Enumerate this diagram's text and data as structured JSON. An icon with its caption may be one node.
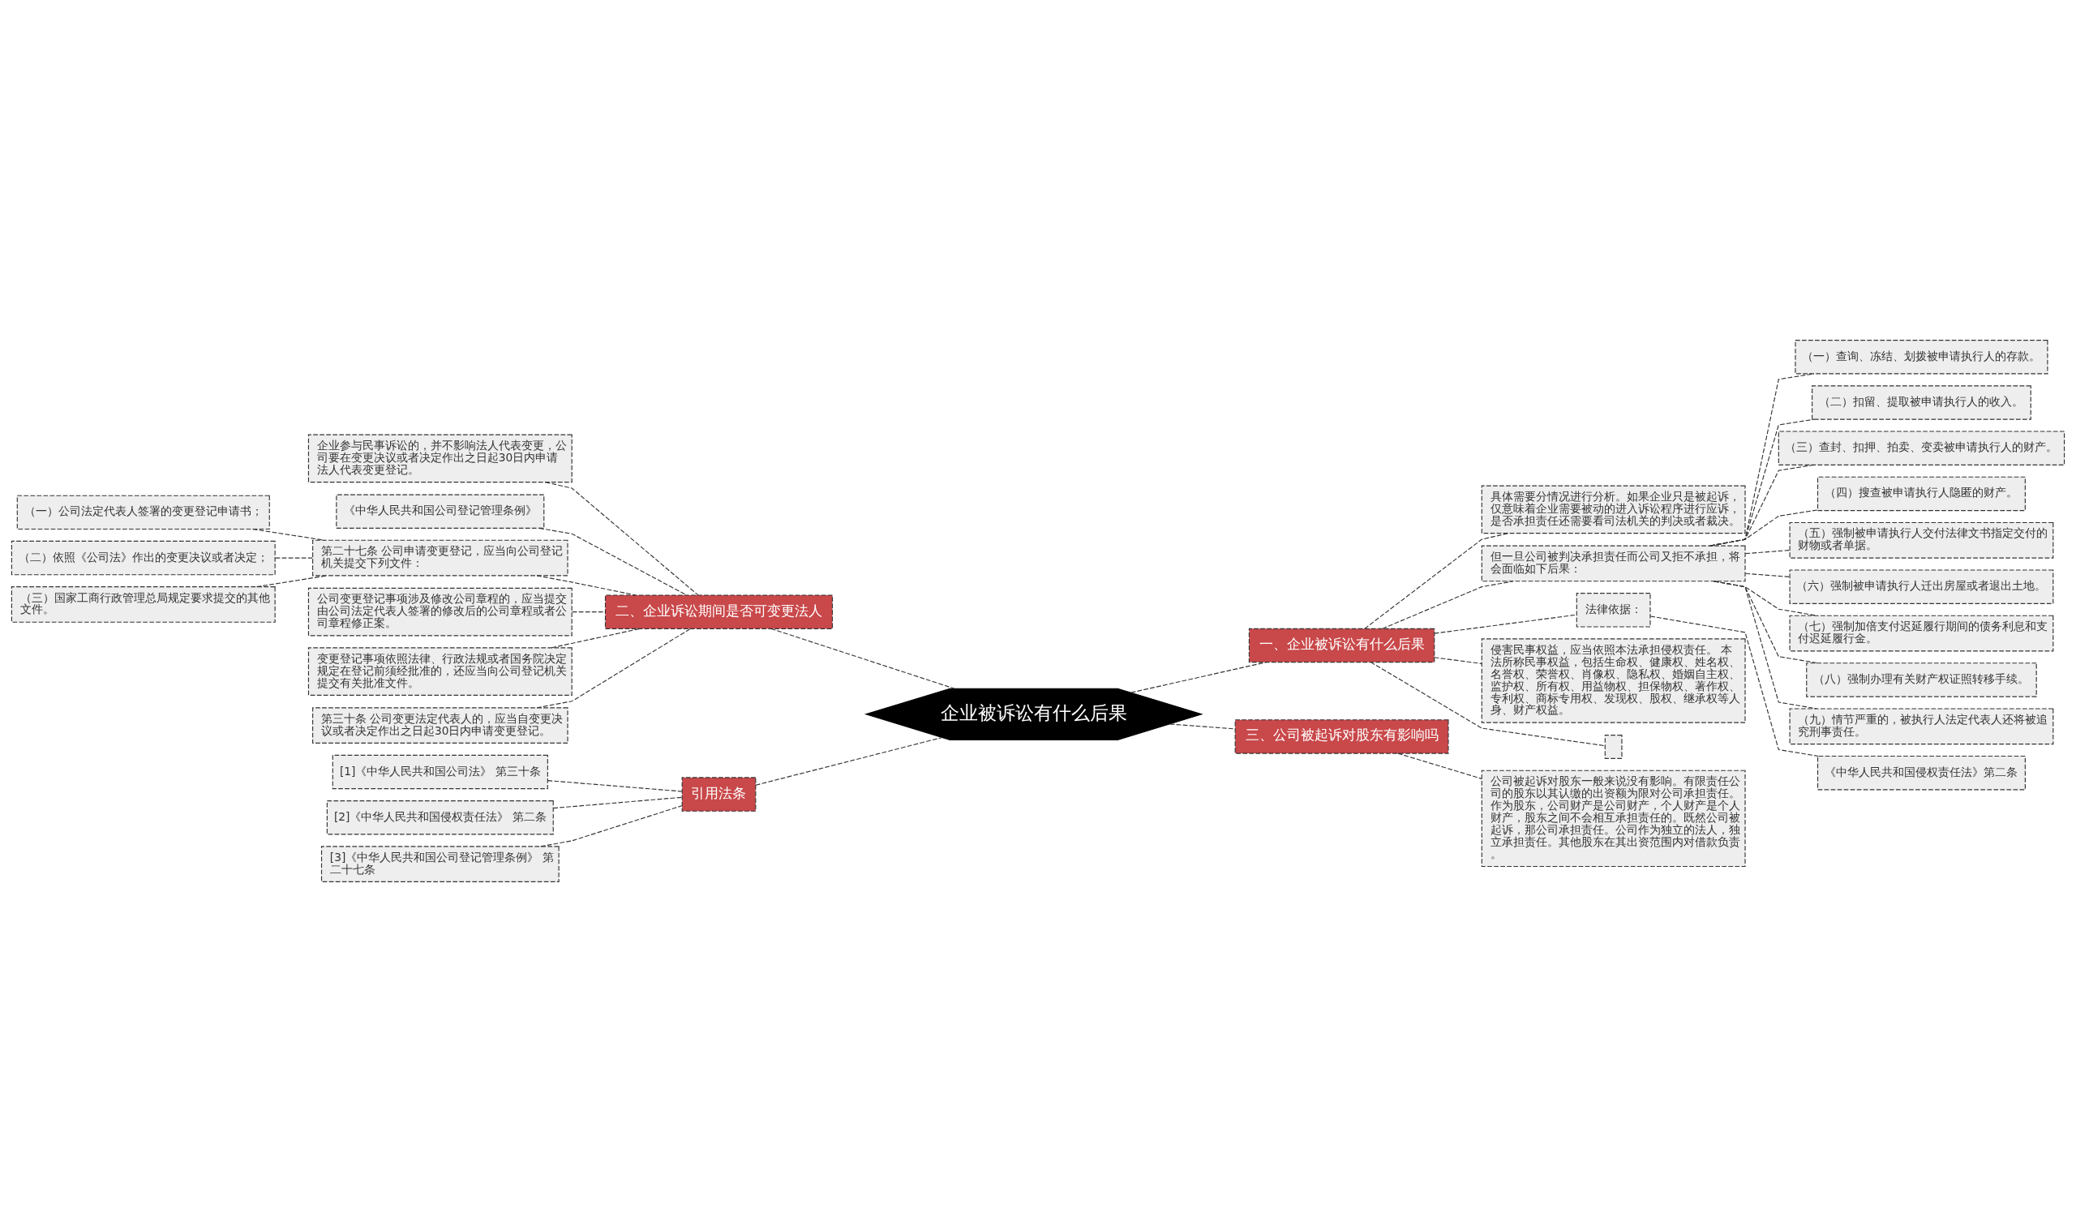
{
  "diagram": {
    "nodes": [
      {
        "text": [
          "企业被诉讼有什么后果"
        ]
      },
      {
        "text": [
          "一、企业被诉讼有什么后果"
        ]
      },
      {
        "text": [
          "具体需要分情况进行分析。如果企业只是被起诉，仅意味着企业需要被动的进入诉讼程序进行应诉，是否承担责任还需要看司法机关的判决或者裁决。"
        ]
      },
      {
        "text": [
          "但一旦公司被判决承担责任而公司又拒不承担，将会面临如下后果："
        ]
      },
      {
        "text": [
          "（一）查询、冻结、划拨被申请执行人的存款。"
        ]
      },
      {
        "text": [
          "（二）扣留、提取被申请执行人的收入。"
        ]
      },
      {
        "text": [
          "（三）查封、扣押、拍卖、变卖被申请执行人的财产。"
        ]
      },
      {
        "text": [
          "（四）搜查被申请执行人隐匿的财产。"
        ]
      },
      {
        "text": [
          "（五）强制被申请执行人交付法律文书指定交付的财物或者单据。"
        ]
      },
      {
        "text": [
          "（六）强制被申请执行人迁出房屋或者退出土地。"
        ]
      },
      {
        "text": [
          "（七）强制加倍支付迟延履行期间的债务利息和支付迟延履行金。"
        ]
      },
      {
        "text": [
          "（八）强制办理有关财产权证照转移手续。"
        ]
      },
      {
        "text": [
          "（九）情节严重的，被执行人法定代表人还将被追究刑事责任。"
        ]
      },
      {
        "text": [
          "法律依据："
        ]
      },
      {
        "text": [
          "《中华人民共和国侵权责任法》第二条"
        ]
      },
      {
        "text": [
          "侵害民事权益，应当依照本法承担侵权责任。 本法所称民事权益，包括生命权、健康权、姓名权、名誉权、荣誉权、肖像权、隐私权、婚姻自主权、监护权、所有权、用益物权、担保物权、著作权、专利权、商标专用权、发现权、股权、继承权等人身、财产权益。"
        ]
      },
      {
        "text": [],
        "shape": "box"
      },
      {
        "text": [
          "三、公司被起诉对股东有影响吗"
        ]
      },
      {
        "text": [
          "公司被起诉对股东一般来说没有影响。有限责任公司的股东以其认缴的出资额为限对公司承担责任。作为股东，公司财产是公司财产，个人财产是个人财产，股东之间不会相互承担责任的。既然公司被起诉，那公司承担责任。公司作为独立的法人，独立承担责任。其他股东在其出资范围内对借款负责。"
        ]
      },
      {
        "text": [
          "二、企业诉讼期间是否可变更法人"
        ]
      },
      {
        "text": [
          "企业参与民事诉讼的，并不影响法人代表变更，公司要在变更决议或者决定作出之日起30日内申请法人代表变更登记。"
        ]
      },
      {
        "text": [
          "《中华人民共和国公司登记管理条例》"
        ]
      },
      {
        "text": [
          "第二十七条 公司申请变更登记，应当向公司登记机关提交下列文件："
        ]
      },
      {
        "text": [
          "（一）公司法定代表人签署的变更登记申请书；"
        ]
      },
      {
        "text": [
          "（二）依照《公司法》作出的变更决议或者决定；"
        ]
      },
      {
        "text": [
          "（三）国家工商行政管理总局规定要求提交的其他文件。"
        ]
      },
      {
        "text": [
          "公司变更登记事项涉及修改公司章程的，应当提交由公司法定代表人签署的修改后的公司章程或者公司章程修正案。"
        ]
      },
      {
        "text": [
          "变更登记事项依照法律、行政法规或者国务院决定规定在登记前须经批准的，还应当向公司登记机关提交有关批准文件。"
        ]
      },
      {
        "text": [
          "第三十条 公司变更法定代表人的，应当自变更决议或者决定作出之日起30日内申请变更登记。"
        ]
      },
      {
        "text": [
          "引用法条"
        ]
      },
      {
        "text": [
          "[1]《中华人民共和国公司法》 第三十条"
        ]
      },
      {
        "text": [
          "[2]《中华人民共和国侵权责任法》 第二条"
        ]
      },
      {
        "text": [
          "[3]《中华人民共和国公司登记管理条例》 第二十七条"
        ]
      }
    ],
    "edges": [
      {
        "from": 0,
        "to": 1,
        "arrow": "none"
      },
      {
        "from": 1,
        "to": 2,
        "arrow": "none"
      },
      {
        "from": 1,
        "to": 3,
        "arrow": "none"
      },
      {
        "from": 3,
        "to": 4,
        "arrow": "none"
      },
      {
        "from": 3,
        "to": 5,
        "arrow": "none"
      },
      {
        "from": 3,
        "to": 6,
        "arrow": "none"
      },
      {
        "from": 3,
        "to": 7,
        "arrow": "none"
      },
      {
        "from": 3,
        "to": 8,
        "arrow": "none"
      },
      {
        "from": 3,
        "to": 9,
        "arrow": "none"
      },
      {
        "from": 3,
        "to": 10,
        "arrow": "none"
      },
      {
        "from": 3,
        "to": 11,
        "arrow": "none"
      },
      {
        "from": 3,
        "to": 12,
        "arrow": "none"
      },
      {
        "from": 1,
        "to": 13,
        "arrow": "none"
      },
      {
        "from": 13,
        "to": 14,
        "arrow": "none"
      },
      {
        "from": 1,
        "to": 15,
        "arrow": "none"
      },
      {
        "from": 1,
        "to": 16,
        "arrow": "none"
      },
      {
        "from": 0,
        "to": 17,
        "arrow": "none"
      },
      {
        "from": 17,
        "to": 18,
        "arrow": "none"
      },
      {
        "from": 0,
        "to": 19,
        "arrow": "none"
      },
      {
        "from": 19,
        "to": 20,
        "arrow": "none"
      },
      {
        "from": 19,
        "to": 21,
        "arrow": "none"
      },
      {
        "from": 19,
        "to": 22,
        "arrow": "none"
      },
      {
        "from": 22,
        "to": 23,
        "arrow": "none"
      },
      {
        "from": 22,
        "to": 24,
        "arrow": "none"
      },
      {
        "from": 22,
        "to": 25,
        "arrow": "none"
      },
      {
        "from": 19,
        "to": 26,
        "arrow": "none"
      },
      {
        "from": 19,
        "to": 27,
        "arrow": "none"
      },
      {
        "from": 19,
        "to": 28,
        "arrow": "none"
      },
      {
        "from": 0,
        "to": 29,
        "arrow": "none"
      },
      {
        "from": 29,
        "to": 30,
        "arrow": "none"
      },
      {
        "from": 29,
        "to": 31,
        "arrow": "none"
      },
      {
        "from": 29,
        "to": 32,
        "arrow": "none"
      }
    ]
  }
}
